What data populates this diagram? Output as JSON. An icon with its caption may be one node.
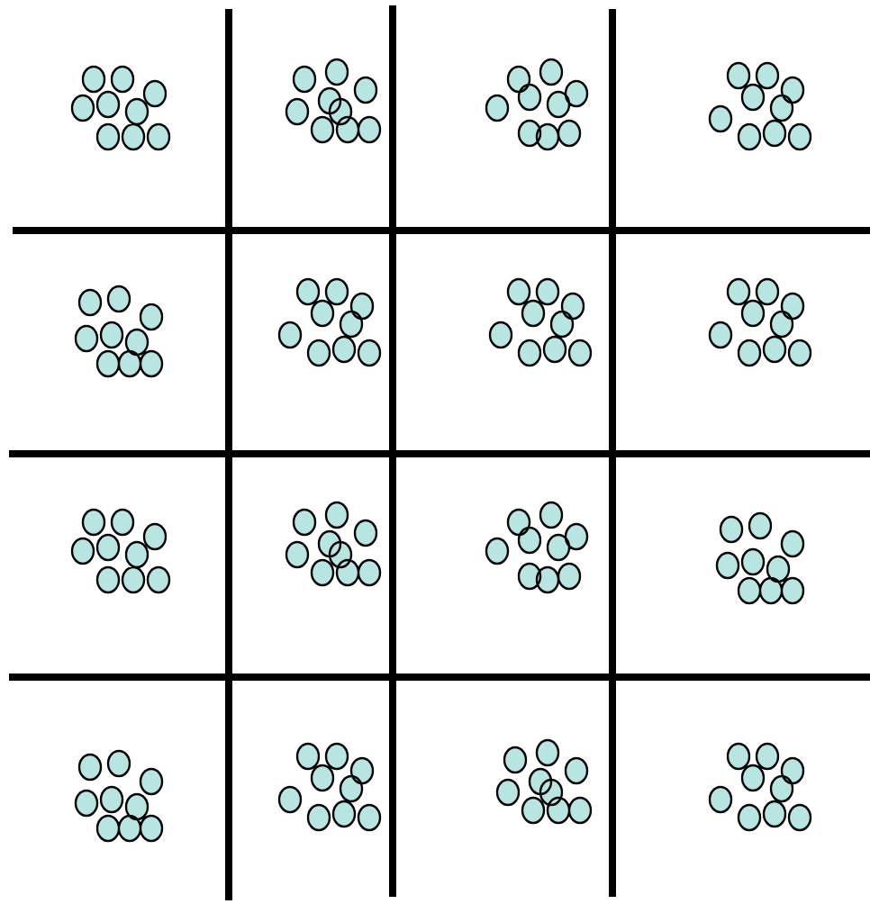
{
  "diagram": {
    "nodes": [
      {
        "text": [],
        "shape": "box"
      },
      {
        "text": [],
        "shape": "box"
      },
      {
        "text": [],
        "shape": "box"
      },
      {
        "text": [],
        "shape": "box"
      },
      {
        "text": [],
        "shape": "box"
      },
      {
        "text": [],
        "shape": "box"
      },
      {
        "text": [],
        "shape": "box"
      },
      {
        "text": [],
        "shape": "box"
      },
      {
        "text": [],
        "shape": "box"
      },
      {
        "text": [],
        "shape": "box"
      },
      {
        "text": [],
        "shape": "box"
      },
      {
        "text": [],
        "shape": "box"
      },
      {
        "text": [],
        "shape": "box"
      },
      {
        "text": [],
        "shape": "box"
      },
      {
        "text": [],
        "shape": "box"
      },
      {
        "text": [],
        "shape": "box"
      }
    ]
  }
}
